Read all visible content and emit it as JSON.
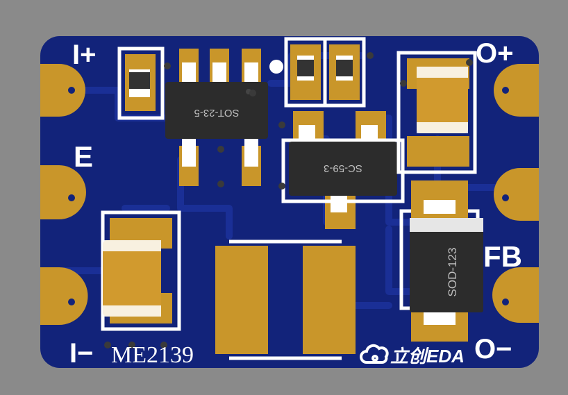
{
  "board": {
    "colors": {
      "background": "#8a8a8a",
      "soldermask": "#12237a",
      "copper_pad": "#c9962a",
      "silkscreen": "#ffffff",
      "ic_body": "#2c2c2c",
      "component_tan": "#d19a2e"
    }
  },
  "labels": {
    "i_plus": "I+",
    "e": "E",
    "i_minus": "I−",
    "o_plus": "O+",
    "fb": "FB",
    "o_minus": "O−",
    "part_number": "ME2139",
    "brand": "立创EDA",
    "brand_icon": "cloud-logo-icon"
  },
  "chips": {
    "sot23": "SOT-23-5",
    "sc59": "SC-59-3",
    "sod123": "SOD-123"
  }
}
